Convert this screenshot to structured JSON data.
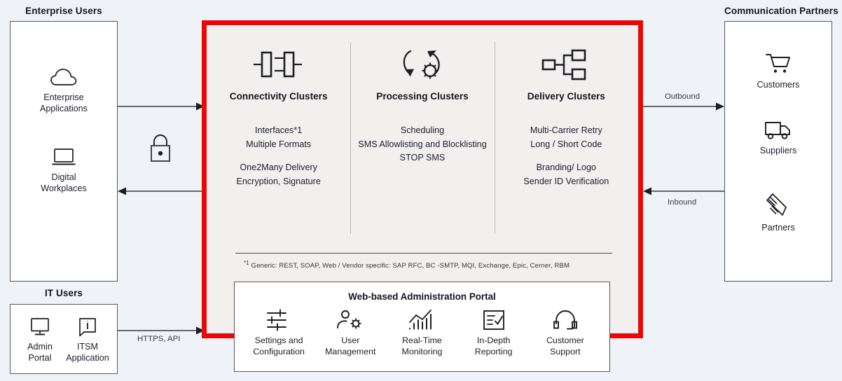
{
  "groups": {
    "enterprise_users": {
      "title": "Enterprise Users"
    },
    "it_users": {
      "title": "IT Users"
    },
    "communication_partners": {
      "title": "Communication Partners"
    }
  },
  "enterprise_entities": [
    {
      "icon": "cloud-icon",
      "label": "Enterprise\nApplications"
    },
    {
      "icon": "laptop-icon",
      "label": "Digital\nWorkplaces"
    }
  ],
  "it_entities": [
    {
      "icon": "monitor-icon",
      "label": "Admin\nPortal"
    },
    {
      "icon": "info-bubble-icon",
      "label": "ITSM\nApplication"
    }
  ],
  "partner_entities": [
    {
      "icon": "shopping-cart-icon",
      "label": "Customers"
    },
    {
      "icon": "truck-icon",
      "label": "Suppliers"
    },
    {
      "icon": "handshake-icon",
      "label": "Partners"
    }
  ],
  "connections": {
    "security": "lock-icon",
    "it_link": "HTTPS, API",
    "outbound": "Outbound",
    "inbound": "Inbound"
  },
  "clusters": [
    {
      "icon": "connectors-icon",
      "name": "Connectivity Clusters",
      "features_primary": "Interfaces*1\nMultiple Formats",
      "features_secondary": "One2Many Delivery\nEncryption, Signature"
    },
    {
      "icon": "process-cycle-icon",
      "name": "Processing Clusters",
      "features_primary": "Scheduling\nSMS Allowlisting and Blocklisting\nSTOP SMS",
      "features_secondary": ""
    },
    {
      "icon": "hierarchy-icon",
      "name": "Delivery Clusters",
      "features_primary": "Multi-Carrier Retry\nLong / Short Code",
      "features_secondary": "Branding/ Logo\nSender ID Verification"
    }
  ],
  "footnote": {
    "marker": "*1",
    "text": " Generic: REST, SOAP, Web / Vendor specific: SAP RFC, BC -SMTP, MQI, Exchange, Epic, Cerner, RBM"
  },
  "admin_portal": {
    "title": "Web-based Administration Portal",
    "items": [
      {
        "icon": "sliders-icon",
        "label": "Settings and\nConfiguration"
      },
      {
        "icon": "user-gear-icon",
        "label": "User\nManagement"
      },
      {
        "icon": "line-chart-icon",
        "label": "Real-Time\nMonitoring"
      },
      {
        "icon": "checklist-icon",
        "label": "In-Depth\nReporting"
      },
      {
        "icon": "headset-icon",
        "label": "Customer\nSupport"
      }
    ]
  },
  "colors": {
    "accent_red": "#ec0606",
    "canvas": "#eff3f7",
    "core_fill": "#f1f0ef",
    "panel_stroke": "#58585e",
    "text": "#1c1c2b"
  }
}
